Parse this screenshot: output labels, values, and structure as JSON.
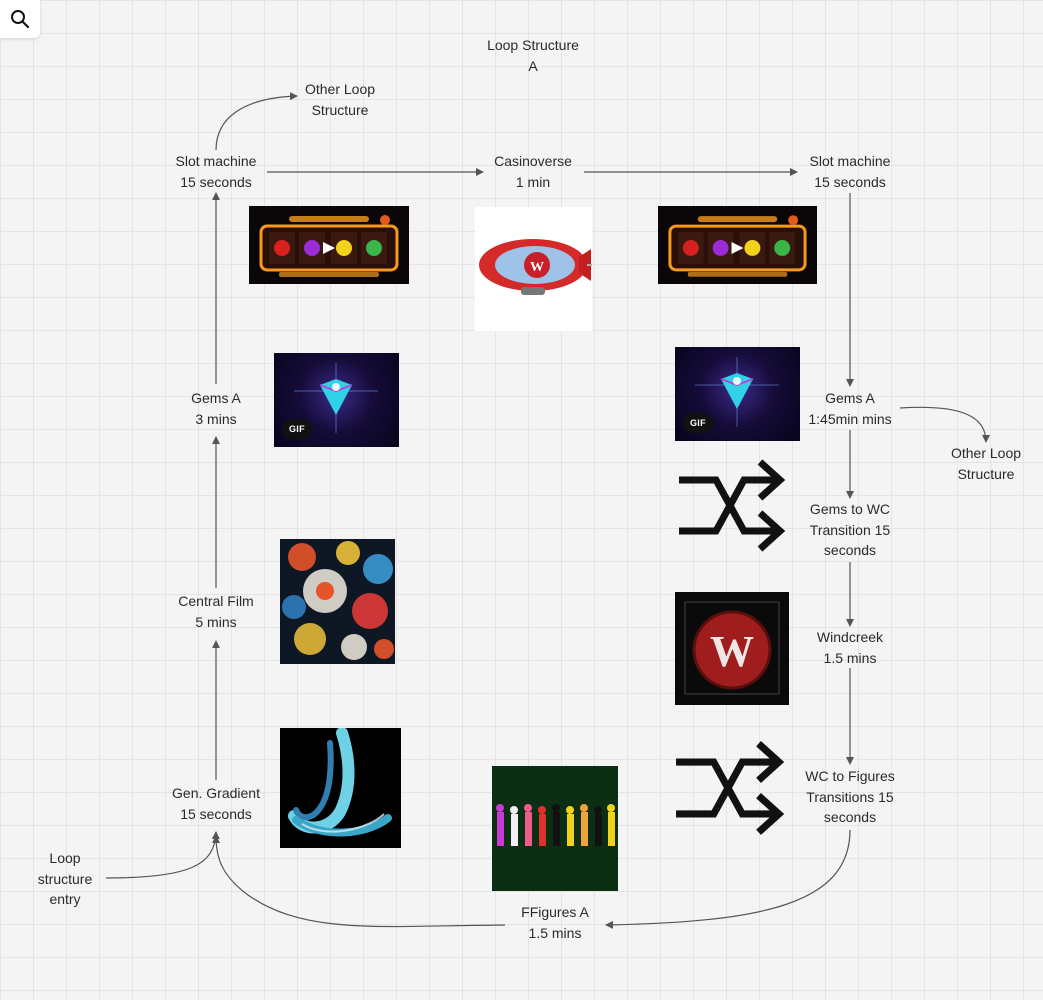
{
  "nodes": {
    "loop_structure_a": [
      "Loop Structure",
      "A"
    ],
    "other_loop_top": [
      "Other Loop",
      "Structure"
    ],
    "slot_machine_left": [
      "Slot machine",
      "15 seconds"
    ],
    "casinoverse": [
      "Casinoverse",
      "1 min"
    ],
    "slot_machine_right": [
      "Slot machine",
      "15 seconds"
    ],
    "gems_a_left": [
      "Gems A",
      "3 mins"
    ],
    "gems_a_right": [
      "Gems A",
      "1:45min mins"
    ],
    "other_loop_right": [
      "Other Loop",
      "Structure"
    ],
    "gems_to_wc": [
      "Gems to WC",
      "Transition 15",
      "seconds"
    ],
    "central_film": [
      "Central Film",
      "5 mins"
    ],
    "windcreek": [
      "Windcreek",
      "1.5 mins"
    ],
    "gen_gradient": [
      "Gen. Gradient",
      "15 seconds"
    ],
    "wc_to_figures": [
      "WC to Figures",
      "Transitions 15",
      "seconds"
    ],
    "loop_entry": [
      "Loop",
      "structure",
      "entry"
    ],
    "ffigures_a": [
      "FFigures A",
      "1.5 mins"
    ]
  },
  "badges": {
    "gif": "GIF"
  },
  "icons": {
    "search": "search-icon",
    "shuffle": "shuffle-icon"
  },
  "colors": {
    "canvas_bg": "#f4f4f4",
    "grid": "#e4e4e4",
    "connector": "#555555",
    "text": "#2a2a2a"
  }
}
